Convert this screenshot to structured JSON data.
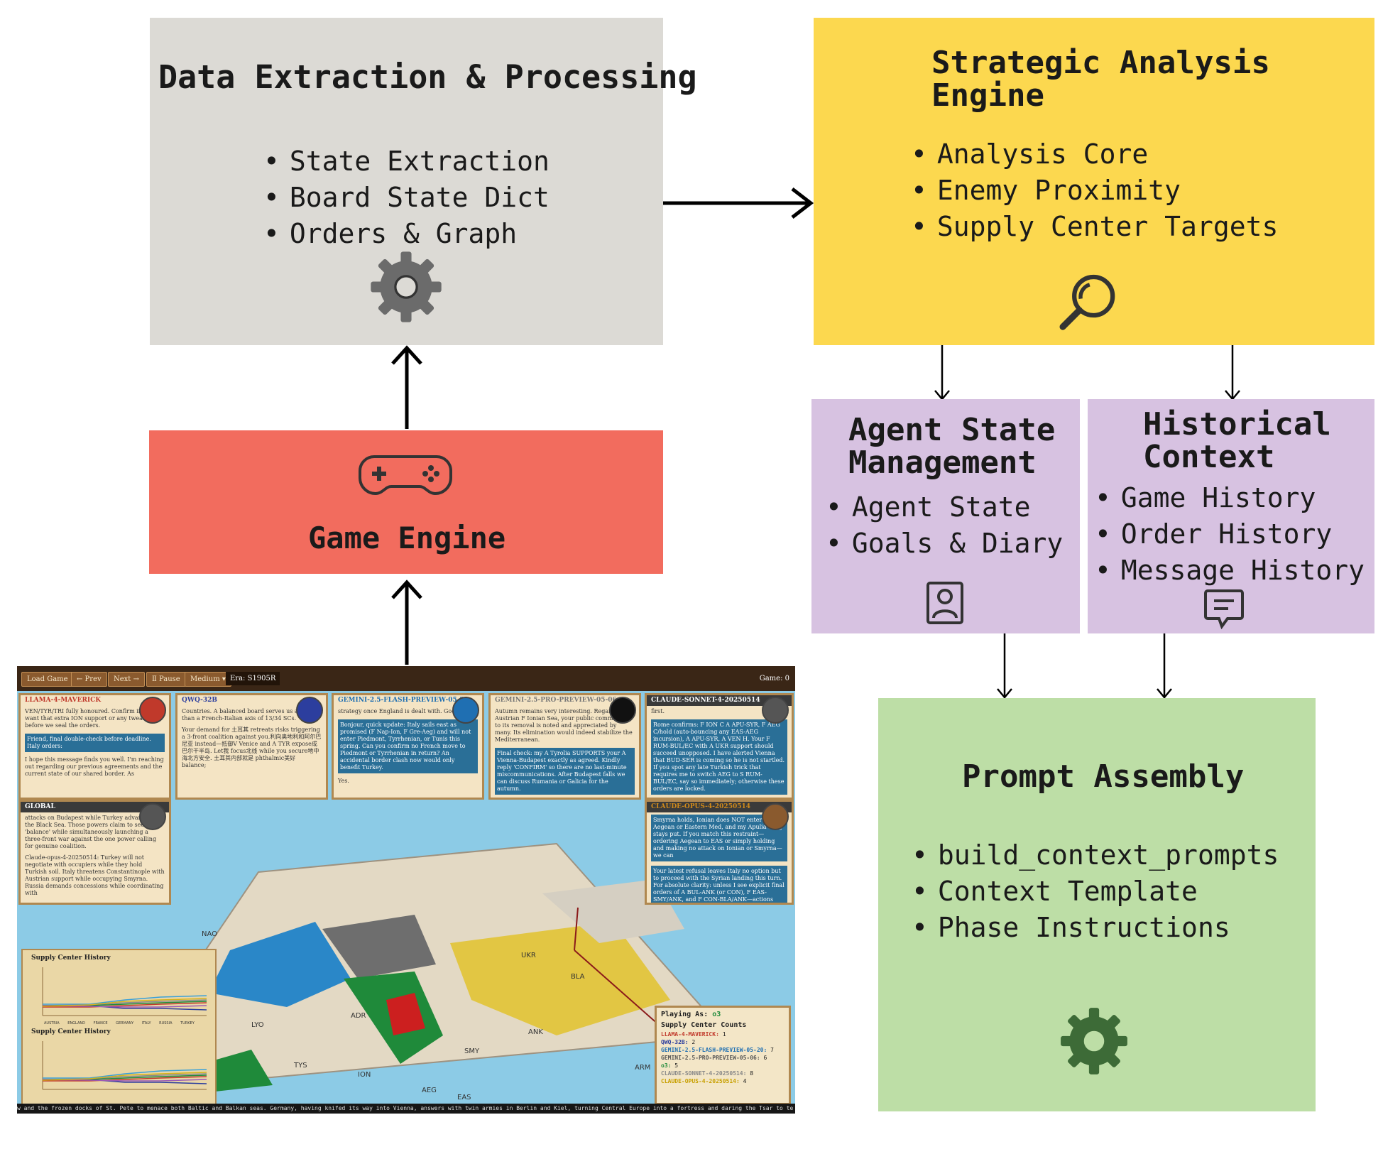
{
  "colors": {
    "data_box": "#dcdad5",
    "strategy_box": "#fcd84f",
    "game_box": "#f26c5e",
    "purple_box": "#d7c2e1",
    "prompt_box": "#bddea6",
    "arrow": "#000000"
  },
  "data_extraction": {
    "title": "Data Extraction & Processing",
    "items": [
      "State Extraction",
      "Board State Dict",
      "Orders & Graph"
    ],
    "icon": "gear-icon"
  },
  "strategic_analysis": {
    "title_line1": "Strategic Analysis",
    "title_line2": "Engine",
    "items": [
      "Analysis Core",
      "Enemy Proximity",
      "Supply Center Targets"
    ],
    "icon": "magnifier-icon"
  },
  "game_engine": {
    "title": "Game Engine",
    "icon": "gamepad-icon"
  },
  "agent_state": {
    "title_line1": "Agent State",
    "title_line2": "Management",
    "items": [
      "Agent State",
      "Goals & Diary"
    ],
    "icon": "person-badge-icon"
  },
  "historical_context": {
    "title_line1": "Historical",
    "title_line2": "Context",
    "items": [
      "Game History",
      "Order History",
      "Message History"
    ],
    "icon": "chat-icon"
  },
  "prompt_assembly": {
    "title": "Prompt Assembly",
    "items": [
      "build_context_prompts",
      "Context Template",
      "Phase Instructions"
    ],
    "icon": "gear-icon"
  },
  "screenshot": {
    "buttons": [
      "Load Game",
      "← Prev",
      "Next →",
      "Ⅱ Pause",
      "Medium ▾"
    ],
    "era": "Era: S1905R",
    "game_count": "Game: 0",
    "cards": [
      {
        "header": "LLAMA-4-MAVERICK",
        "head_color": "#c0392b",
        "lines": [
          "VEN/TYR/TRI fully honoured. Confirm if you want that extra ION support or any tweak before we seal the orders.",
          "Friend, final double-check before deadline. Italy orders:",
          "I hope this message finds you well. I'm reaching out regarding our previous agreements and the current state of our shared border. As"
        ]
      },
      {
        "header": "QWQ-32B",
        "head_color": "#2c3e9e",
        "lines": [
          "Countries. A balanced board serves us all better than a French-Italian axis of 13/34 SCs.",
          "Your demand for 土耳其 retreats risks triggering a 3-front coalition against you.利向奥地利和阿尔巴尼亚 instead—抵御V Venice and A TYR expose成巴尔干半岛. Let我 focus北线 while you secure地中海北方安全. 土耳其内部就是 phthalmic美好 balance;"
        ]
      },
      {
        "header": "GEMINI-2.5-FLASH-PREVIEW-05-20",
        "head_color": "#1f6fb2",
        "lines": [
          "strategy once England is dealt with. Good luck.",
          "Bonjour, quick update: Italy sails east as promised (F Nap-Ion, F Gre-Aeg) and will not enter Piedmont, Tyrrhenian, or Tunis this spring. Can you confirm no French move to Piedmont or Tyrrhenian in return? An accidental border clash now would only benefit Turkey.",
          "Yes."
        ]
      },
      {
        "header": "GEMINI-2.5-PRO-PREVIEW-05-06",
        "head_color": "#555555",
        "lines": [
          "Autumn remains very interesting. Regarding Austrian F Ionian Sea, your public commitment to its removal is noted and appreciated by many. Its elimination would indeed stabilize the Mediterranean.",
          "Final check: my A Tyrolia SUPPORTS your A Vienna-Budapest exactly as agreed. Kindly reply 'CONFIRM' so there are no last-minute miscommunications. After Budapest falls we can discuss Rumania or Galicia for the autumn."
        ]
      },
      {
        "header": "CLAUDE-SONNET-4-20250514",
        "head_color": "#3a3a3a",
        "lines": [
          "first.",
          "Rome confirms: F ION C A APU-SYR, F AEG C/hold (auto-bouncing any EAS-AEG incursion), A APU-SYR, A VEN H. Your F RUM-BUL/EC with A UKR support should succeed unopposed. I have alerted Vienna that BUD-SER is coming so he is not startled. If you spot any late Turkish trick that requires me to switch AEG to S RUM-BUL/EC, say so immediately; otherwise these orders are locked."
        ]
      },
      {
        "header": "GLOBAL",
        "head_color": "#3a3a3a",
        "lines": [
          "attacks on Budapest while Turkey advances in the Black Sea. Those powers claim to seek 'balance' while simultaneously launching a three-front war against the one power calling for genuine coalition.",
          "Claude-opus-4-20250514: Turkey will not negotiate with occupiers while they hold Turkish soil. Italy threatens Constantinople with Austrian support while occupying Smyrna. Russia demands concessions while coordinating with"
        ]
      },
      {
        "header": "CLAUDE-OPUS-4-20250514",
        "head_color": "#d08a1b",
        "lines": [
          "Smyrna holds, Ionian does NOT enter Aegean or Eastern Med, and my Apulia army stays put. If you match this restraint—ordering Aegean to EAS or simply holding and making no attack on Ionian or Smyrna—we can",
          "Your latest refusal leaves Italy no option but to proceed with the Syrian landing this turn. For absolute clarity: unless I see explicit final orders of A BUL-ANK (or CON), F EAS-SMY/ANK, and F CON-BLA/ANK—actions"
        ]
      }
    ],
    "sc_history_title": "Supply Center History",
    "sc_legend": [
      "AUSTRIA",
      "ENGLAND",
      "FRANCE",
      "GERMANY",
      "ITALY",
      "RUSSIA",
      "TURKEY"
    ],
    "map_labels": [
      "LYO",
      "TYS",
      "ION",
      "ADR",
      "AEG",
      "SMY",
      "ANK",
      "UKR",
      "ARM",
      "BLA",
      "NAO",
      "EAS"
    ],
    "playing_as_label": "Playing As:",
    "playing_as_value": "o3",
    "sc_counts_title": "Supply Center Counts",
    "sc_counts": [
      {
        "name": "LLAMA-4-MAVERICK:",
        "count": "1",
        "color": "#c0392b"
      },
      {
        "name": "QWQ-32B:",
        "count": "2",
        "color": "#2c3e9e"
      },
      {
        "name": "GEMINI-2.5-FLASH-PREVIEW-05-20:",
        "count": "7",
        "color": "#1f6fb2"
      },
      {
        "name": "GEMINI-2.5-PRO-PREVIEW-05-06:",
        "count": "6",
        "color": "#555555"
      },
      {
        "name": "o3:",
        "count": "5",
        "color": "#1f8a3a"
      },
      {
        "name": "CLAUDE-SONNET-4-20250514:",
        "count": "8",
        "color": "#888888"
      },
      {
        "name": "CLAUDE-OPUS-4-20250514:",
        "count": "4",
        "color": "#c8a000"
      }
    ],
    "ticker": "w and the frozen docks of St. Pete to menace both Baltic and Balkan seas. Germany, having knifed its way into Vienna, answers with twin armies in Berlin and Kiel, turning Central Europe into a fortress and daring the Tsar to te"
  }
}
